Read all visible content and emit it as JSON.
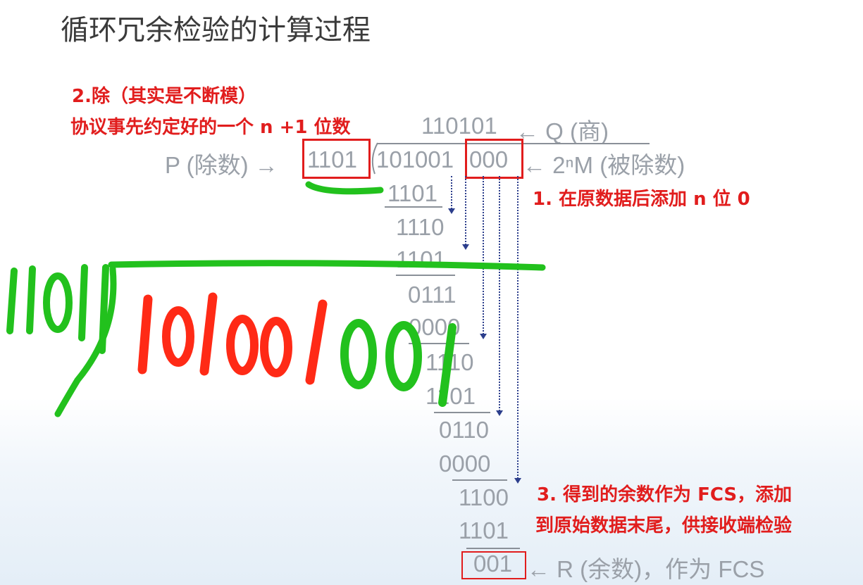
{
  "title": "循环冗余检验的计算过程",
  "notes": {
    "step2_line1": "2.除（其实是不断模）",
    "step2_line2": "协议事先约定好的一个 n +1 位数",
    "step1": "1. 在原数据后添加 n 位 0",
    "step3_line1": "3. 得到的余数作为 FCS，添加",
    "step3_line2": "到原始数据末尾，供接收端检验"
  },
  "division": {
    "quotient": "110101",
    "quotient_label": "← Q (商)",
    "divisor_label": "P (除数) →",
    "divisor": "1101",
    "dividend_data": "101001",
    "dividend_zeros": "000",
    "dividend_label": "← 2ⁿM (被除数)",
    "steps": [
      "1101",
      "1110",
      "1101",
      "0111",
      "0000",
      "1110",
      "1101",
      "0110",
      "0000",
      "1100",
      "1101"
    ],
    "remainder": "001",
    "remainder_label": "← R (余数)，作为 FCS"
  },
  "handwriting": {
    "divisor": "1101",
    "data": "101001",
    "fcs": "001"
  }
}
